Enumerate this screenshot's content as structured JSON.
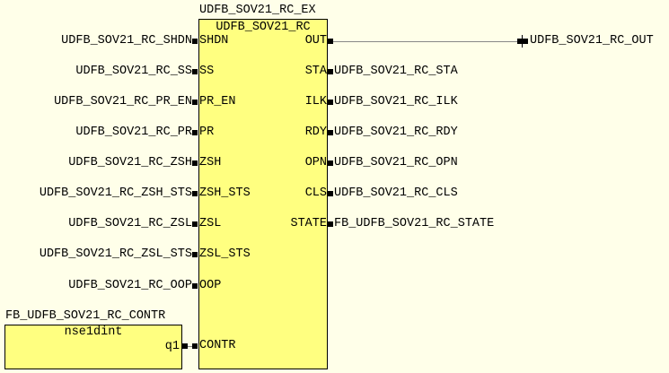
{
  "main_block": {
    "instance_name": "UDFB_SOV21_RC_EX",
    "type_name": "UDFB_SOV21_RC",
    "inputs": [
      {
        "port": "SHDN",
        "signal": "UDFB_SOV21_RC_SHDN"
      },
      {
        "port": "SS",
        "signal": "UDFB_SOV21_RC_SS"
      },
      {
        "port": "PR_EN",
        "signal": "UDFB_SOV21_RC_PR_EN"
      },
      {
        "port": "PR",
        "signal": "UDFB_SOV21_RC_PR"
      },
      {
        "port": "ZSH",
        "signal": "UDFB_SOV21_RC_ZSH"
      },
      {
        "port": "ZSH_STS",
        "signal": "UDFB_SOV21_RC_ZSH_STS"
      },
      {
        "port": "ZSL",
        "signal": "UDFB_SOV21_RC_ZSL"
      },
      {
        "port": "ZSL_STS",
        "signal": "UDFB_SOV21_RC_ZSL_STS"
      },
      {
        "port": "OOP",
        "signal": "UDFB_SOV21_RC_OOP"
      },
      {
        "port": "CONTR",
        "signal": ""
      }
    ],
    "outputs": [
      {
        "port": "OUT",
        "signal": "UDFB_SOV21_RC_OUT"
      },
      {
        "port": "STA",
        "signal": "UDFB_SOV21_RC_STA"
      },
      {
        "port": "ILK",
        "signal": "UDFB_SOV21_RC_ILK"
      },
      {
        "port": "RDY",
        "signal": "UDFB_SOV21_RC_RDY"
      },
      {
        "port": "OPN",
        "signal": "UDFB_SOV21_RC_OPN"
      },
      {
        "port": "CLS",
        "signal": "UDFB_SOV21_RC_CLS"
      },
      {
        "port": "STATE",
        "signal": "FB_UDFB_SOV21_RC_STATE"
      }
    ]
  },
  "sub_block": {
    "instance_name": "FB_UDFB_SOV21_RC_CONTR",
    "type_name": "nse1dint",
    "output_port": "q1"
  },
  "colors": {
    "background": "#ffffe9",
    "block_fill": "#ffff80"
  }
}
